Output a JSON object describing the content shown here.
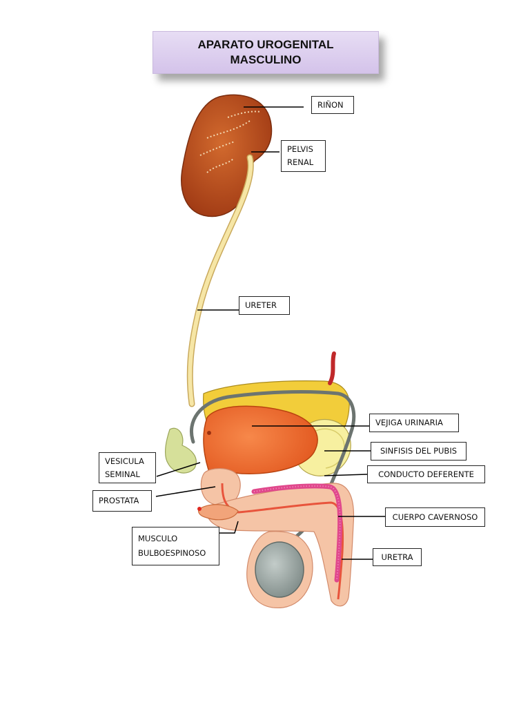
{
  "title": {
    "line1": "APARATO UROGENITAL",
    "line2": "MASCULINO"
  },
  "labels": {
    "rinon": "RIÑON",
    "pelvis_renal": [
      "PELVIS",
      "RENAL"
    ],
    "ureter": "URETER",
    "vejiga_urinaria": "VEJIGA URINARIA",
    "sinfisis_del_pubis": "SINFISIS DEL PUBIS",
    "conducto_deferente": "CONDUCTO DEFERENTE",
    "vesicula_seminal": [
      "VESICULA",
      "SEMINAL"
    ],
    "prostata": "PROSTATA",
    "cuerpo_cavernoso": "CUERPO CAVERNOSO",
    "musculo_bulboespinoso": [
      "MUSCULO",
      "BULBOESPINOSO"
    ],
    "uretra": "URETRA"
  },
  "colors": {
    "kidney": "#b8481c",
    "ureter": "#f6e6a6",
    "bladder": "#f26b2e",
    "pubis": "#f7f0a0",
    "pelvis": "#f2cd3a",
    "vas_deferens": "#6c7470",
    "seminal_vesicle": "#d6e09a",
    "skin": "#f5c4a6",
    "cavernous_body": "#e0488c",
    "testis": "#9aa5a2",
    "title_bg": "#ddd0ef"
  }
}
